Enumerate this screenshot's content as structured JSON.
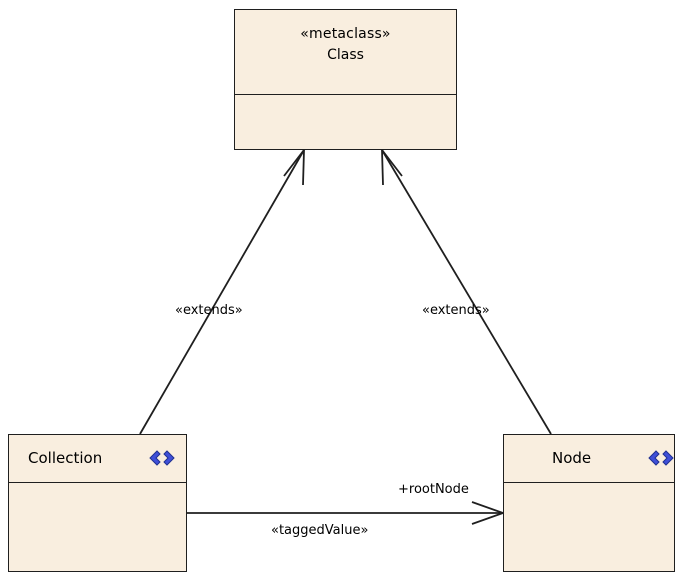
{
  "classes": {
    "metaclass": {
      "stereotype": "«metaclass»",
      "name": "Class"
    },
    "collection": {
      "name": "Collection",
      "icon": "interface-icon"
    },
    "node": {
      "name": "Node",
      "icon": "interface-icon"
    }
  },
  "connectors": {
    "collection_extends": "«extends»",
    "node_extends": "«extends»",
    "tagged_value": "«taggedValue»",
    "role": "+rootNode"
  },
  "colors": {
    "box_fill": "#f9eedf",
    "line": "#1f1f1f",
    "icon_blue": "#3f4fd8"
  }
}
